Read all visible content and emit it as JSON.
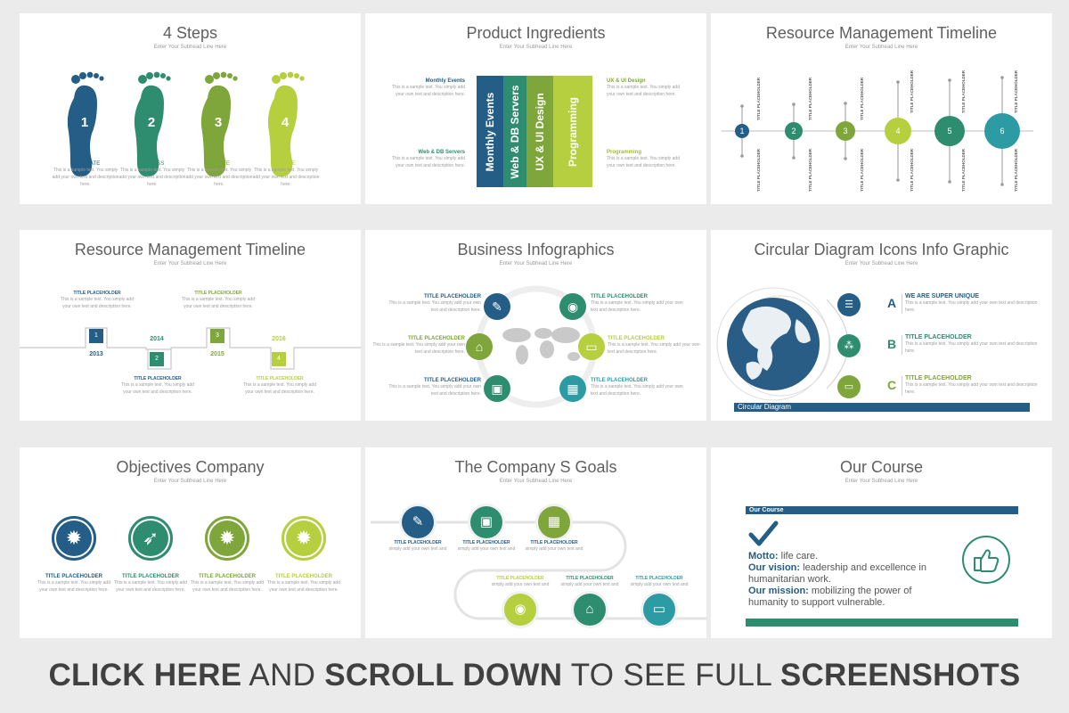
{
  "colors": {
    "navy": "#245d86",
    "teal": "#2e8d6f",
    "green": "#7ea63a",
    "lime": "#b6cf3e",
    "cyan": "#2d9ba3",
    "grey": "#9d9d9d"
  },
  "subhead": "Enter Your Subhead Line Here",
  "sample_text": "This is a sample text. You simply add your own text and description here.",
  "slide1": {
    "title": "4 Steps",
    "steps": [
      {
        "num": "1",
        "label": "GENERATE"
      },
      {
        "num": "2",
        "label": "DISCUSS"
      },
      {
        "num": "3",
        "label": "CREATE"
      },
      {
        "num": "4",
        "label": "REVISE"
      }
    ]
  },
  "slide2": {
    "title": "Product Ingredients",
    "bars": [
      "Monthly Events",
      "Web & DB Servers",
      "UX & UI Design",
      "Programming"
    ],
    "labels": {
      "top_left": "Monthly Events",
      "bottom_left": "Web & DB Servers",
      "top_right": "UX & UI Design",
      "bottom_right": "Programming"
    }
  },
  "slide3": {
    "title": "Resource Management Timeline",
    "nodes": [
      "1",
      "2",
      "3",
      "4",
      "5",
      "6"
    ],
    "placeholder": "TITLE PLACEHOLDER"
  },
  "slide4": {
    "title": "Resource Management Timeline",
    "items": [
      {
        "num": "1",
        "year": "2013",
        "title": "TITLE PLACEHOLDER"
      },
      {
        "num": "2",
        "year": "2014",
        "title": "TITLE PLACEHOLDER"
      },
      {
        "num": "3",
        "year": "2015",
        "title": "TITLE PLACEHOLDER"
      },
      {
        "num": "4",
        "year": "2016",
        "title": "TITLE PLACEHOLDER"
      }
    ]
  },
  "slide5": {
    "title": "Business Infographics",
    "placeholder": "TITLE PLACEHOLDER",
    "icons": [
      "edit-icon",
      "camera-icon",
      "home-icon",
      "folder-icon",
      "briefcase-icon",
      "calendar-icon"
    ]
  },
  "slide6": {
    "title": "Circular Diagram Icons Info Graphic",
    "items": [
      {
        "letter": "A",
        "title": "WE ARE SUPER UNIQUE"
      },
      {
        "letter": "B",
        "title": "TITLE PLACEHOLDER"
      },
      {
        "letter": "C",
        "title": "TITLE PLACEHOLDER"
      }
    ],
    "bar_label": "Circular Diagram"
  },
  "slide7": {
    "title": "Objectives Company",
    "items": [
      "TITLE PLACEHOLDER",
      "TITLE PLACEHOLDER",
      "TITLE PLACEHOLDER",
      "TITLE PLACEHOLDER"
    ]
  },
  "slide8": {
    "title": "The Company S Goals",
    "placeholder": "TITLE PLACEHOLDER",
    "small_text": "simply add your own text and"
  },
  "slide9": {
    "title": "Our Course",
    "bar_label": "Our Course",
    "motto_label": "Motto:",
    "motto": " life care.",
    "vision_label": "Our vision:",
    "vision": " leadership and excellence in humanitarian work.",
    "mission_label": "Our mission:",
    "mission": " mobilizing the power of humanity to support vulnerable."
  },
  "footer": {
    "p1": "CLICK HERE",
    "p2": " AND ",
    "p3": "SCROLL DOWN",
    "p4": " TO SEE FULL ",
    "p5": "SCREENSHOTS"
  }
}
